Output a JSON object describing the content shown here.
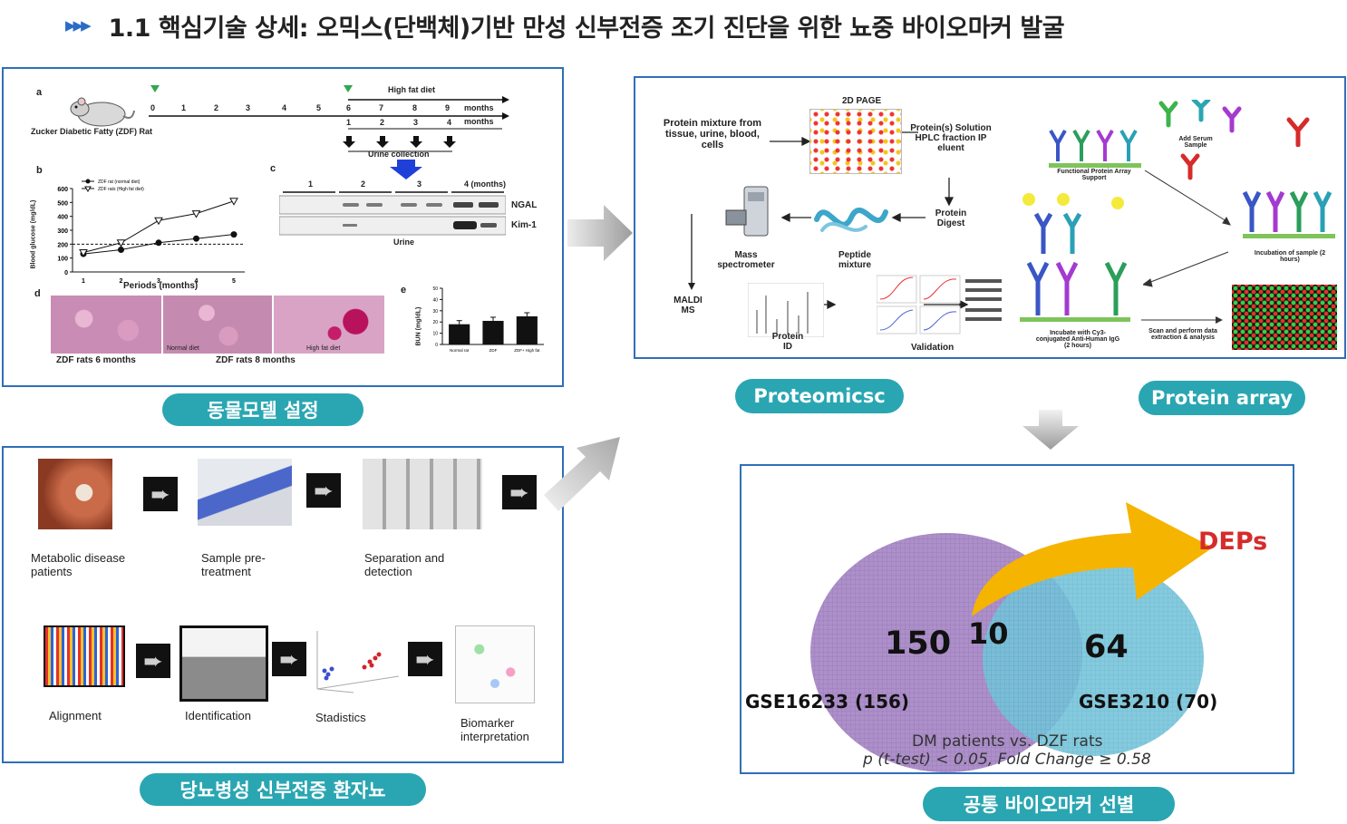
{
  "title": {
    "arrows": "▶▶▶",
    "text": "1.1 핵심기술 상세: 오믹스(단백체)기반 만성 신부전증 조기 진단을 위한 뇨중 바이오마커 발굴"
  },
  "animal_model": {
    "label": "동물모델 설정",
    "panel_a": {
      "letter": "a",
      "rat_label": "Zucker Diabetic Fatty (ZDF) Rat",
      "diet_label": "High fat diet",
      "months_label": "months",
      "timeline": [
        "0",
        "1",
        "2",
        "3",
        "4",
        "5",
        "6",
        "7",
        "8",
        "9"
      ],
      "urine_months": [
        "1",
        "2",
        "3",
        "4"
      ],
      "urine_label": "Urine collection"
    },
    "panel_b": {
      "letter": "b",
      "legend": [
        "ZDF rat (normal diet)",
        "ZDF rats (High fat diet)"
      ],
      "ylabel": "Blood glucose (mg/dL)",
      "xlabel": "Periods (months)",
      "yticks": [
        "600",
        "500",
        "400",
        "300",
        "200",
        "100",
        "0"
      ],
      "xticks": [
        "1",
        "2",
        "3",
        "4",
        "5"
      ]
    },
    "panel_c": {
      "letter": "c",
      "months": [
        "1",
        "2",
        "3",
        "4 (months)"
      ],
      "bands": [
        "NGAL",
        "Kim-1"
      ],
      "caption": "Urine"
    },
    "panel_d": {
      "letter": "d",
      "captions": [
        "ZDF rats 6 months",
        "ZDF rats 8 months"
      ],
      "inset_labels": [
        "Normal diet",
        "High fat diet"
      ]
    },
    "panel_e": {
      "letter": "e",
      "ylabel": "BUN (mg/dL)",
      "yticks": [
        "50",
        "40",
        "30",
        "20",
        "10",
        "0"
      ],
      "categories": [
        "Normal rat",
        "ZDF",
        "ZDF+ High fat"
      ]
    }
  },
  "chart_data": [
    {
      "type": "line",
      "x": [
        1,
        2,
        3,
        4,
        5
      ],
      "series": [
        {
          "name": "ZDF rat (normal diet)",
          "values": [
            130,
            160,
            210,
            240,
            270
          ]
        },
        {
          "name": "ZDF rats (High fat diet)",
          "values": [
            140,
            210,
            370,
            420,
            510
          ]
        }
      ],
      "title": "",
      "xlabel": "Periods (months)",
      "ylabel": "Blood glucose (mg/dL)",
      "ylim": [
        0,
        600
      ]
    },
    {
      "type": "bar",
      "categories": [
        "Normal rat",
        "ZDF",
        "ZDF+ High fat"
      ],
      "values": [
        18,
        21,
        25
      ],
      "title": "",
      "xlabel": "",
      "ylabel": "BUN (mg/dL)",
      "ylim": [
        0,
        50
      ]
    }
  ],
  "patients": {
    "label": "당뇨병성 신부전증 환자뇨",
    "row1": [
      "Metabolic disease patients",
      "Sample pre-treatment",
      "Separation and detection"
    ],
    "row2": [
      "Alignment",
      "Identification",
      "Stadistics",
      "Biomarker interpretation"
    ]
  },
  "proteomics": {
    "label": "Proteomicsc",
    "mixture": "Protein mixture from tissue, urine, blood, cells",
    "page_title": "2D PAGE",
    "solution": "Protein(s) Solution HPLC fraction IP eluent",
    "digest": "Protein Digest",
    "peptide": "Peptide mixture",
    "mass_spec": "Mass spectrometer",
    "maldi": "MALDI MS",
    "protein_id": "Protein ID",
    "validation": "Validation"
  },
  "protein_array": {
    "label": "Protein array",
    "support": "Functional Protein Array Support",
    "add_serum": "Add Serum Sample",
    "incubation": "Incubation of sample (2 hours)",
    "cy3": "Incubate with Cy3-conjugated Anti-Human IgG (2 hours)",
    "scan": "Scan and perform data extraction & analysis"
  },
  "selection": {
    "label": "공통 바이오마커  선별",
    "deps": "DEPs",
    "left_count": "150",
    "overlap_count": "10",
    "right_count": "64",
    "left_set": "GSE16233 (156)",
    "right_set": "GSE3210 (70)",
    "comparison": "DM patients vs. DZF rats",
    "criteria": "p (t-test) < 0.05, Fold Change ≥ 0.58"
  },
  "colors": {
    "panel_border": "#2f6fb8",
    "pill": "#2aa6b2",
    "venn_left": "#a98bc6",
    "venn_right": "#6fc0d6",
    "deps_arrow": "#f5b400",
    "deps_text": "#d62b2b"
  }
}
